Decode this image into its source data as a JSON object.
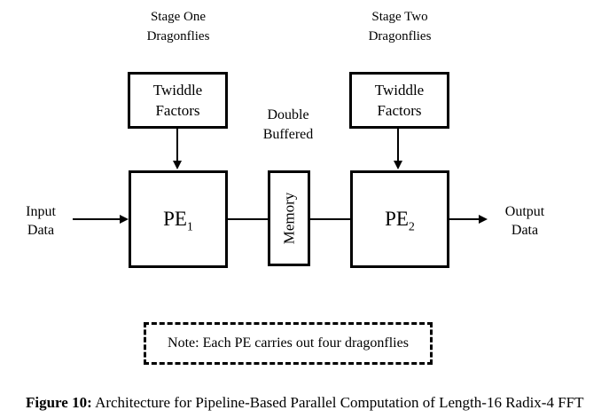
{
  "diagram": {
    "stage_one": {
      "line1": "Stage One",
      "line2": "Dragonflies"
    },
    "stage_two": {
      "line1": "Stage Two",
      "line2": "Dragonflies"
    },
    "twiddle_one": {
      "line1": "Twiddle",
      "line2": "Factors"
    },
    "twiddle_two": {
      "line1": "Twiddle",
      "line2": "Factors"
    },
    "double_buffered": {
      "line1": "Double",
      "line2": "Buffered"
    },
    "input": {
      "line1": "Input",
      "line2": "Data"
    },
    "output": {
      "line1": "Output",
      "line2": "Data"
    },
    "pe1": {
      "base": "PE",
      "sub": "1"
    },
    "pe2": {
      "base": "PE",
      "sub": "2"
    },
    "memory": "Memory",
    "note": "Note: Each PE carries out four dragonflies"
  },
  "caption": {
    "label": "Figure 10:",
    "text": " Architecture for Pipeline-Based Parallel Computation of Length-16 Radix-4 FFT"
  },
  "colors": {
    "ink": "#000000",
    "background": "#ffffff"
  }
}
